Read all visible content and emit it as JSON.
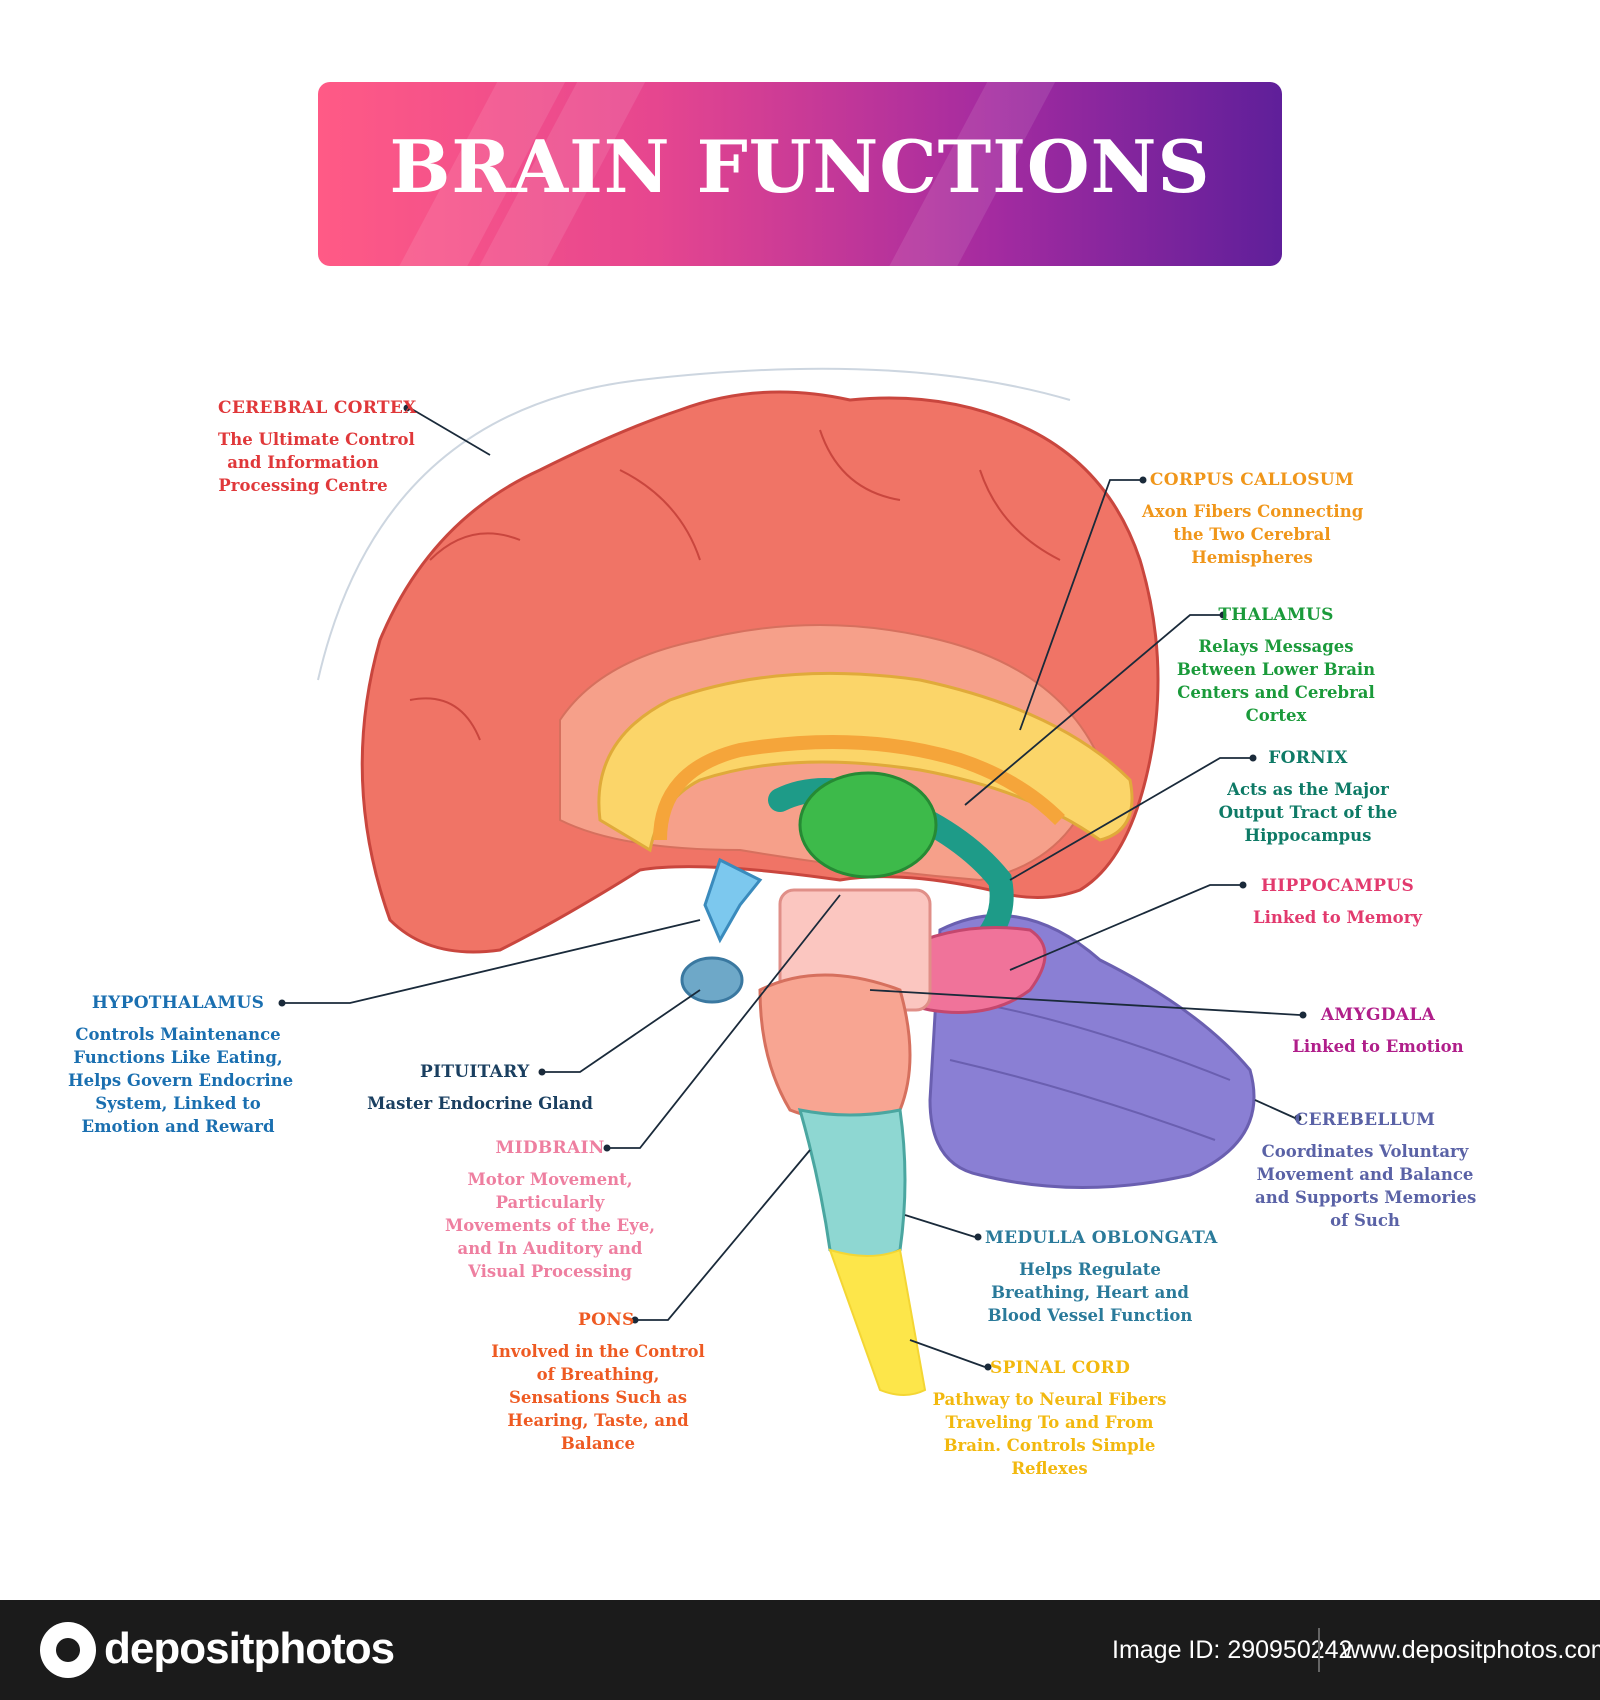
{
  "title": "BRAIN FUNCTIONS",
  "labels": [
    {
      "id": "cerebral-cortex",
      "name": "CEREBRAL CORTEX",
      "desc": [
        "The Ultimate Control",
        "and Information",
        "Processing  Centre"
      ],
      "color": "#e0383a"
    },
    {
      "id": "corpus-callosum",
      "name": "CORPUS CALLOSUM",
      "desc": [
        "Axon Fibers Connecting",
        "the Two Cerebral",
        "Hemispheres"
      ],
      "color": "#f0961a"
    },
    {
      "id": "thalamus",
      "name": "THALAMUS",
      "desc": [
        "Relays Messages",
        "Between Lower Brain",
        "Centers and Cerebral",
        "Cortex"
      ],
      "color": "#1a9a3a"
    },
    {
      "id": "fornix",
      "name": "FORNIX",
      "desc": [
        "Acts as the Major",
        "Output Tract of the",
        "Hippocampus"
      ],
      "color": "#0e7a66"
    },
    {
      "id": "hippocampus",
      "name": "HIPPOCAMPUS",
      "desc": [
        "Linked to Memory"
      ],
      "color": "#e23a6e"
    },
    {
      "id": "amygdala",
      "name": "AMYGDALA",
      "desc": [
        "Linked to Emotion"
      ],
      "color": "#b01e8a"
    },
    {
      "id": "cerebellum",
      "name": "CEREBELLUM",
      "desc": [
        "Coordinates Voluntary",
        "Movement and Balance",
        "and Supports Memories",
        "of Such"
      ],
      "color": "#5a62a6"
    },
    {
      "id": "hypothalamus",
      "name": "HYPOTHALAMUS",
      "desc": [
        "Controls Maintenance",
        "Functions Like Eating,",
        "Helps Govern Endocrine",
        "System, Linked to",
        "Emotion and Reward"
      ],
      "color": "#1a6fb0"
    },
    {
      "id": "pituitary",
      "name": "PITUITARY",
      "desc": [
        "Master Endocrine Gland"
      ],
      "color": "#1a3f60"
    },
    {
      "id": "midbrain",
      "name": "MIDBRAIN",
      "desc": [
        "Motor Movement,",
        "Particularly",
        "Movements of the Eye,",
        "and In Auditory and",
        "Visual Processing"
      ],
      "color": "#ee7fa0"
    },
    {
      "id": "medulla-oblongata",
      "name": "MEDULLA OBLONGATA",
      "desc": [
        "Helps Regulate",
        "Breathing, Heart and",
        "Blood Vessel Function"
      ],
      "color": "#2a7a9a"
    },
    {
      "id": "pons",
      "name": "PONS",
      "desc": [
        "Involved in the Control",
        "of Breathing,",
        "Sensations Such as",
        "Hearing, Taste, and",
        "Balance"
      ],
      "color": "#ee5a22"
    },
    {
      "id": "spinal-cord",
      "name": "SPINAL CORD",
      "desc": [
        "Pathway to Neural Fibers",
        "Traveling To and From",
        "Brain. Controls Simple",
        "Reflexes"
      ],
      "color": "#f2b80e"
    }
  ],
  "footer": {
    "brand": "depositphotos",
    "image_id": "Image ID: 290950242",
    "site": "www.depositphotos.com"
  },
  "colors": {
    "cortex": "#f07466",
    "cortex_inner": "#f6a08a",
    "corpus": "#fbd569",
    "corpus_inner": "#f5a53a",
    "thalamus": "#3dba4a",
    "fornix": "#1e9b88",
    "hippocampus": "#f0739a",
    "amygdala": "#7c6fd0",
    "cerebellum": "#8a7fd4",
    "hypothalamus": "#7cc8ee",
    "pituitary": "#6ea8c8",
    "midbrain": "#fbc6c0",
    "pons": "#f8a592",
    "medulla": "#8ed7d2",
    "spinal": "#fde64a"
  }
}
